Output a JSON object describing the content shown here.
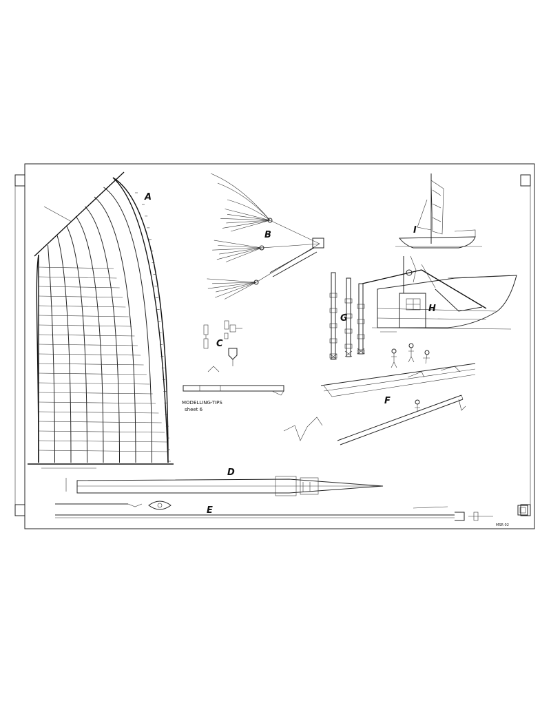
{
  "labels": {
    "sail": "A",
    "rigging_fan": "B",
    "fittings": "C",
    "masts": "G",
    "oars": "D",
    "poles": "E",
    "tiller": "F",
    "side_view": "I",
    "hull_detail": "H"
  },
  "caption": {
    "line1": "MODELLING-TIPS",
    "line2": "sheet 6"
  },
  "sheet_code": "MSR 02"
}
